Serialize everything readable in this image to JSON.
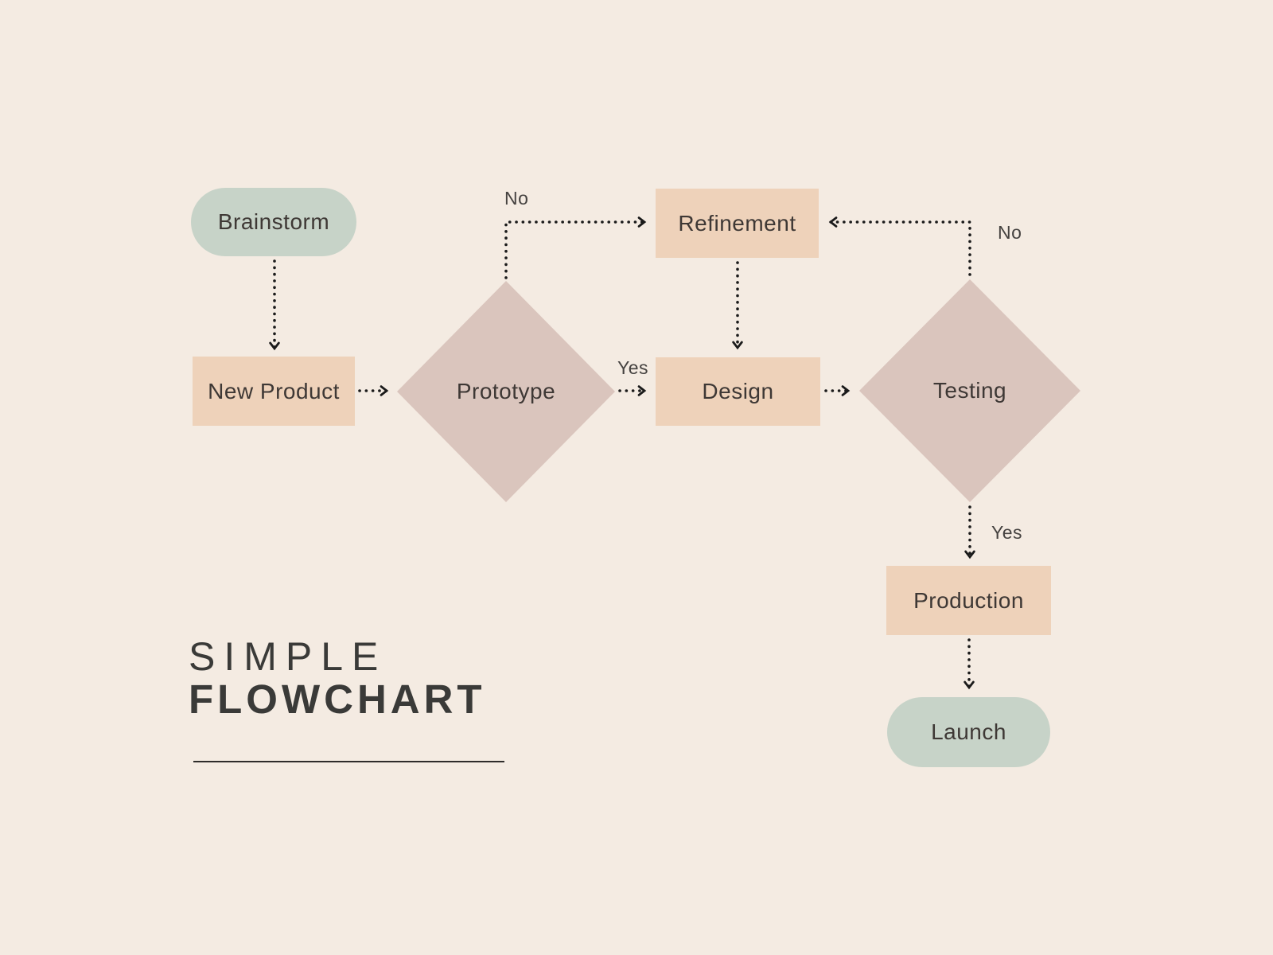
{
  "title": {
    "line1": "SIMPLE",
    "line2": "FLOWCHART"
  },
  "nodes": [
    {
      "id": "brainstorm",
      "label": "Brainstorm",
      "type": "terminator"
    },
    {
      "id": "new-product",
      "label": "New Product",
      "type": "process"
    },
    {
      "id": "prototype",
      "label": "Prototype",
      "type": "decision"
    },
    {
      "id": "refinement",
      "label": "Refinement",
      "type": "process"
    },
    {
      "id": "design",
      "label": "Design",
      "type": "process"
    },
    {
      "id": "testing",
      "label": "Testing",
      "type": "decision"
    },
    {
      "id": "production",
      "label": "Production",
      "type": "process"
    },
    {
      "id": "launch",
      "label": "Launch",
      "type": "terminator"
    }
  ],
  "edge_labels": {
    "prototype_no": "No",
    "prototype_yes": "Yes",
    "testing_no": "No",
    "testing_yes": "Yes"
  },
  "edges": [
    {
      "from": "brainstorm",
      "to": "new-product",
      "label": ""
    },
    {
      "from": "new-product",
      "to": "prototype",
      "label": ""
    },
    {
      "from": "prototype",
      "to": "refinement",
      "label": "No"
    },
    {
      "from": "prototype",
      "to": "design",
      "label": "Yes"
    },
    {
      "from": "refinement",
      "to": "design",
      "label": ""
    },
    {
      "from": "design",
      "to": "testing",
      "label": ""
    },
    {
      "from": "testing",
      "to": "refinement",
      "label": "No"
    },
    {
      "from": "testing",
      "to": "production",
      "label": "Yes"
    },
    {
      "from": "production",
      "to": "launch",
      "label": ""
    }
  ],
  "colors": {
    "background": "#f4ebe2",
    "terminator_fill": "#c7d3c8",
    "process_fill": "#eed2ba",
    "decision_fill": "#dac5bd",
    "node_text": "#3e3835",
    "edge_label_text": "#454240",
    "title_text": "#3a3a38",
    "connector": "#1a1a1a"
  }
}
